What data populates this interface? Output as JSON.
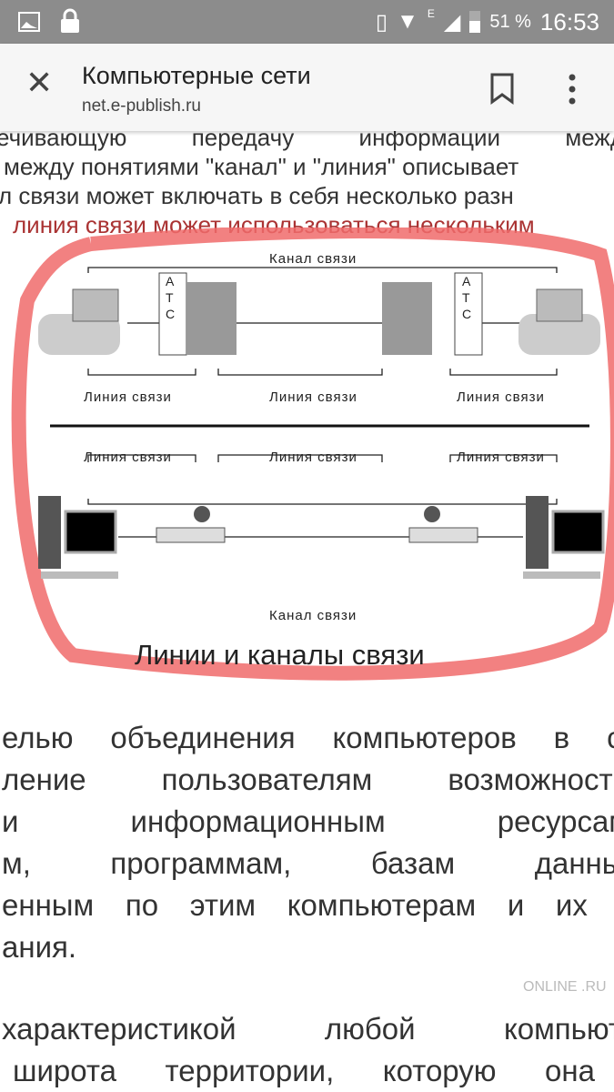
{
  "status_bar": {
    "battery": "51 %",
    "time": "16:53",
    "network": "E"
  },
  "header": {
    "title": "Компьютерные сети",
    "url": "net.e-publish.ru"
  },
  "top_text": [
    "ечивающую передачу информации межд",
    "между понятиями \"канал\" и \"линия\" описывает",
    "л связи может включать в себя несколько разн",
    "линия связи может использоваться нескольким"
  ],
  "diagram": {
    "channel_label": "Канал связи",
    "line_label": "Линия связи",
    "ats": [
      "А",
      "Т",
      "С"
    ],
    "caption": "Линии и каналы связи"
  },
  "paragraph1": [
    "елью объединения компьютеров в се",
    "ление пользователям возможности",
    "и информационным ресурсам",
    "м, программам, базам данных",
    "енным по этим компьютерам и их с",
    "ания."
  ],
  "paragraph2": [
    "характеристикой любой компьюте",
    "широта территории, которую она"
  ],
  "watermark": "ONLINE .RU",
  "colors": {
    "highlight": "#f06b6b",
    "status_bar": "#8c8c8c"
  }
}
